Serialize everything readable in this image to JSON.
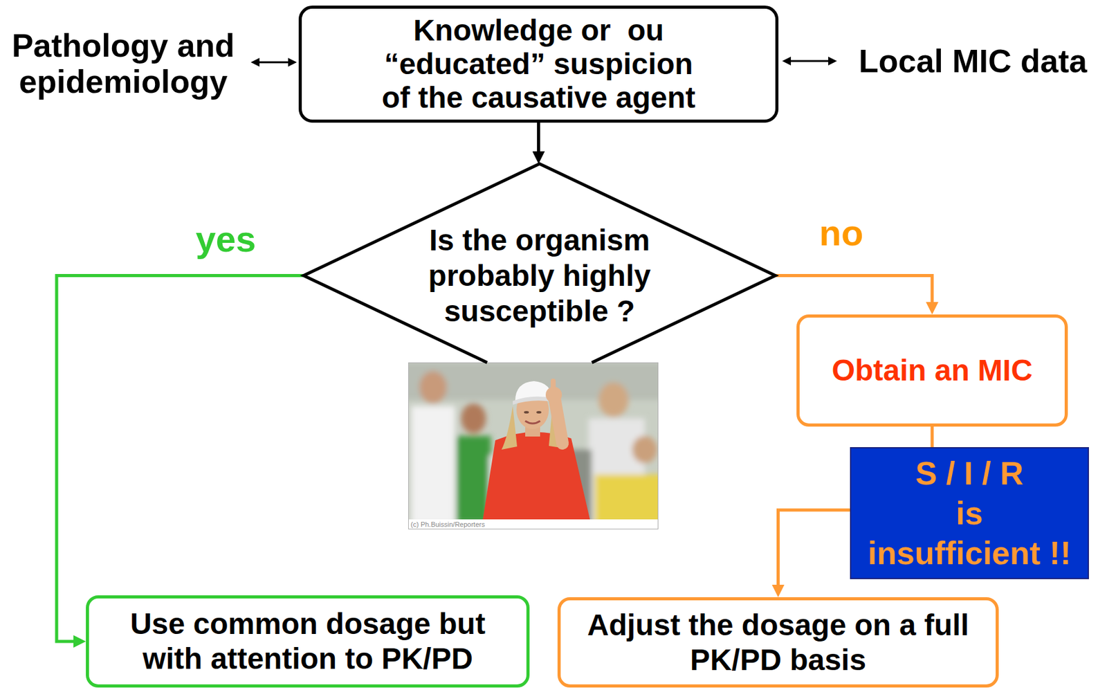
{
  "diagram": {
    "nodes": [
      {
        "text": [
          "Knowledge or  ou “educated” suspicion of the causative agent"
        ]
      },
      {
        "text": [
          "Is the organism probably highly susceptible ?"
        ]
      },
      {
        "text": [
          "Obtain an MIC"
        ]
      },
      {
        "text": [
          "S / I / R is insufficient !!"
        ]
      },
      {
        "text": [
          "Use common dosage but with attention to PK/PD"
        ]
      },
      {
        "text": [
          "Adjust the dosage on a full PK/PD basis"
        ]
      }
    ],
    "edges": [
      {
        "from": 0,
        "to": 1,
        "arrow": "to"
      },
      {
        "from": 1,
        "to": 4,
        "label": "yes",
        "arrow": "to"
      },
      {
        "from": 1,
        "to": 2,
        "label": "no",
        "arrow": "to"
      },
      {
        "from": 2,
        "to": 3,
        "arrow": "none"
      },
      {
        "from": 3,
        "to": 5,
        "arrow": "to"
      }
    ],
    "labels": [
      "Pathology and epidemiology",
      "Local MIC data",
      "(c) Ph.Buissin/Reporters"
    ]
  }
}
